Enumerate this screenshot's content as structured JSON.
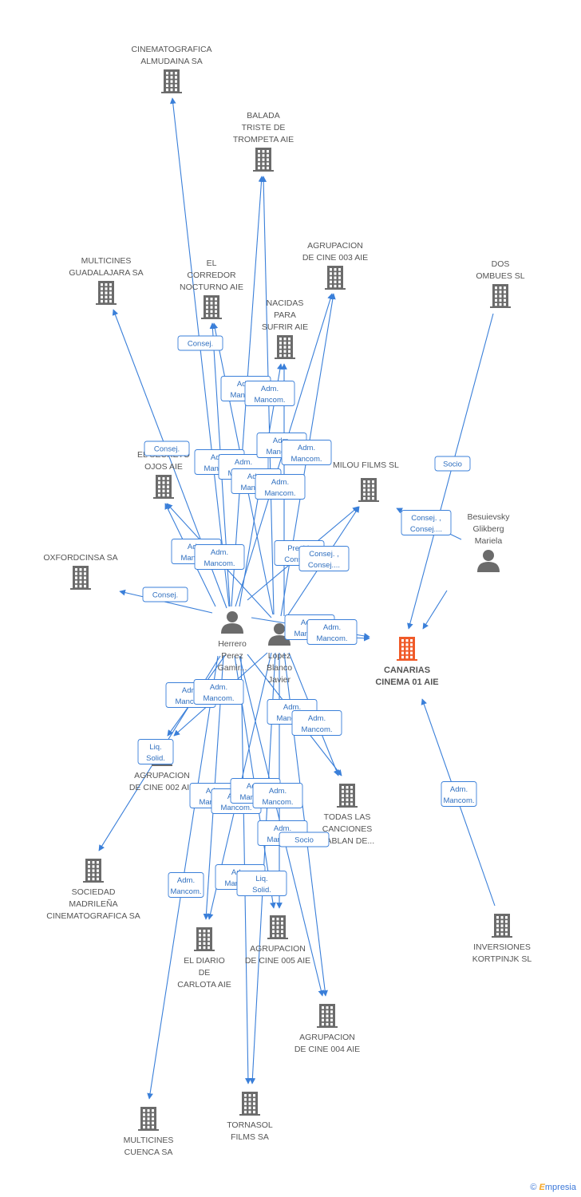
{
  "colors": {
    "edge": "#3a7fd9",
    "label_border": "#3a7fd9",
    "label_text": "#2f6fbf",
    "company_icon": "#6b6b6b",
    "main_icon": "#f05a28",
    "person_icon": "#6b6b6b",
    "text": "#555555"
  },
  "nodes": [
    {
      "id": "cinematografica-almudaina",
      "type": "company",
      "label": [
        "CINEMATOGRAFICA",
        "ALMUDAINA SA"
      ]
    },
    {
      "id": "balada-triste",
      "type": "company",
      "label": [
        "BALADA",
        "TRISTE DE",
        "TROMPETA AIE"
      ]
    },
    {
      "id": "multicines-guadalajara",
      "type": "company",
      "label": [
        "MULTICINES",
        "GUADALAJARA SA"
      ]
    },
    {
      "id": "el-corredor",
      "type": "company",
      "label": [
        "EL",
        "CORREDOR",
        "NOCTURNO AIE"
      ]
    },
    {
      "id": "agrupacion-003",
      "type": "company",
      "label": [
        "AGRUPACION",
        "DE CINE 003 AIE"
      ]
    },
    {
      "id": "nacidas",
      "type": "company",
      "label": [
        "NACIDAS",
        "PARA",
        "SUFRIR AIE"
      ]
    },
    {
      "id": "dos-ombues",
      "type": "company",
      "label": [
        "DOS",
        "OMBUES  SL"
      ]
    },
    {
      "id": "el-secreto",
      "type": "company",
      "label": [
        "EL SECRETO",
        "OJOS AIE"
      ]
    },
    {
      "id": "milou",
      "type": "company",
      "label": [
        "MILOU FILMS SL"
      ]
    },
    {
      "id": "besuievsky",
      "type": "person",
      "label": [
        "Besuievsky",
        "Glikberg",
        "Mariela"
      ]
    },
    {
      "id": "oxfordcinsa",
      "type": "company",
      "label": [
        "OXFORDCINSA SA"
      ]
    },
    {
      "id": "herrero",
      "type": "person",
      "label": [
        "Herrero",
        "Perez",
        "Gamir..."
      ]
    },
    {
      "id": "lopez",
      "type": "person",
      "label": [
        "Lopez",
        "Blanco",
        "Javier"
      ]
    },
    {
      "id": "canarias",
      "type": "main",
      "label": [
        "CANARIAS",
        "CINEMA 01 AIE"
      ]
    },
    {
      "id": "agrupacion-002",
      "type": "company",
      "label": [
        "AGRUPACION",
        "DE CINE 002 AIE"
      ]
    },
    {
      "id": "todas-las-canciones",
      "type": "company",
      "label": [
        "TODAS LAS",
        "CANCIONES",
        "HABLAN DE..."
      ]
    },
    {
      "id": "sociedad-madrilena",
      "type": "company",
      "label": [
        "SOCIEDAD",
        "MADRILEÑA",
        "CINEMATOGRAFICA SA"
      ]
    },
    {
      "id": "el-diario",
      "type": "company",
      "label": [
        "EL DIARIO",
        "DE",
        "CARLOTA AIE"
      ]
    },
    {
      "id": "agrupacion-005",
      "type": "company",
      "label": [
        "AGRUPACION",
        "DE CINE 005 AIE"
      ]
    },
    {
      "id": "inversiones",
      "type": "company",
      "label": [
        "INVERSIONES",
        "KORTPINJK  SL"
      ]
    },
    {
      "id": "agrupacion-004",
      "type": "company",
      "label": [
        "AGRUPACION",
        "DE CINE 004 AIE"
      ]
    },
    {
      "id": "multicines-cuenca",
      "type": "company",
      "label": [
        "MULTICINES",
        "CUENCA SA"
      ]
    },
    {
      "id": "tornasol",
      "type": "company",
      "label": [
        "TORNASOL",
        "FILMS SA"
      ]
    }
  ],
  "edges": [
    {
      "from": "herrero",
      "to": "cinematografica-almudaina"
    },
    {
      "from": "herrero",
      "to": "balada-triste"
    },
    {
      "from": "lopez",
      "to": "balada-triste"
    },
    {
      "from": "herrero",
      "to": "multicines-guadalajara"
    },
    {
      "from": "herrero",
      "to": "el-corredor"
    },
    {
      "from": "lopez",
      "to": "el-corredor"
    },
    {
      "from": "herrero",
      "to": "agrupacion-003"
    },
    {
      "from": "lopez",
      "to": "agrupacion-003"
    },
    {
      "from": "herrero",
      "to": "nacidas"
    },
    {
      "from": "lopez",
      "to": "nacidas"
    },
    {
      "from": "herrero",
      "to": "el-secreto"
    },
    {
      "from": "lopez",
      "to": "el-secreto"
    },
    {
      "from": "herrero",
      "to": "milou"
    },
    {
      "from": "lopez",
      "to": "milou"
    },
    {
      "from": "herrero",
      "to": "oxfordcinsa"
    },
    {
      "from": "herrero",
      "to": "canarias"
    },
    {
      "from": "lopez",
      "to": "canarias"
    },
    {
      "from": "dos-ombues",
      "to": "canarias"
    },
    {
      "from": "besuievsky",
      "to": "canarias"
    },
    {
      "from": "besuievsky",
      "to": "milou"
    },
    {
      "from": "inversiones",
      "to": "canarias"
    },
    {
      "from": "herrero",
      "to": "agrupacion-002"
    },
    {
      "from": "lopez",
      "to": "agrupacion-002"
    },
    {
      "from": "herrero",
      "to": "todas-las-canciones"
    },
    {
      "from": "lopez",
      "to": "todas-las-canciones"
    },
    {
      "from": "herrero",
      "to": "sociedad-madrilena"
    },
    {
      "from": "herrero",
      "to": "el-diario"
    },
    {
      "from": "lopez",
      "to": "el-diario"
    },
    {
      "from": "herrero",
      "to": "agrupacion-005"
    },
    {
      "from": "lopez",
      "to": "agrupacion-005"
    },
    {
      "from": "herrero",
      "to": "agrupacion-004"
    },
    {
      "from": "lopez",
      "to": "agrupacion-004"
    },
    {
      "from": "herrero",
      "to": "multicines-cuenca"
    },
    {
      "from": "herrero",
      "to": "tornasol"
    },
    {
      "from": "lopez",
      "to": "tornasol"
    }
  ],
  "edge_labels": [
    {
      "lines": [
        "Consej."
      ]
    },
    {
      "lines": [
        "Adm.",
        "Mancom."
      ]
    },
    {
      "lines": [
        "Adm.",
        "Mancom."
      ]
    },
    {
      "lines": [
        "Consej."
      ]
    },
    {
      "lines": [
        "Adm.",
        "Mancom."
      ]
    },
    {
      "lines": [
        "Adm.",
        "Mancom."
      ]
    },
    {
      "lines": [
        "Adm.",
        "Mancom."
      ]
    },
    {
      "lines": [
        "Adm.",
        "Mancom."
      ]
    },
    {
      "lines": [
        "Adm.",
        "Mancom."
      ]
    },
    {
      "lines": [
        "Adm.",
        "Mancom."
      ]
    },
    {
      "lines": [
        "Socio"
      ]
    },
    {
      "lines": [
        "Consej. ,",
        "Consej...."
      ]
    },
    {
      "lines": [
        "Adm.",
        "Mancom."
      ]
    },
    {
      "lines": [
        "Adm.",
        "Mancom."
      ]
    },
    {
      "lines": [
        "Presid.",
        "Consej..."
      ]
    },
    {
      "lines": [
        "Consej. ,",
        "Consej...."
      ]
    },
    {
      "lines": [
        "Consej."
      ]
    },
    {
      "lines": [
        "Adm.",
        "Mancom."
      ]
    },
    {
      "lines": [
        "Adm.",
        "Mancom."
      ]
    },
    {
      "lines": [
        "Adm.",
        "Mancom."
      ]
    },
    {
      "lines": [
        "Adm.",
        "Mancom."
      ]
    },
    {
      "lines": [
        "Adm.",
        "Mancom."
      ]
    },
    {
      "lines": [
        "Adm.",
        "Mancom."
      ]
    },
    {
      "lines": [
        "Liq.",
        "Solid."
      ]
    },
    {
      "lines": [
        "Adm.",
        "Mancom."
      ]
    },
    {
      "lines": [
        "Adm.",
        "Mancom."
      ]
    },
    {
      "lines": [
        "Adm.",
        "Mancom."
      ]
    },
    {
      "lines": [
        "Adm.",
        "Mancom."
      ]
    },
    {
      "lines": [
        "Adm.",
        "Mancom."
      ]
    },
    {
      "lines": [
        "Socio"
      ]
    },
    {
      "lines": [
        "Adm.",
        "Mancom."
      ]
    },
    {
      "lines": [
        "Adm.",
        "Mancom."
      ]
    },
    {
      "lines": [
        "Liq.",
        "Solid."
      ]
    },
    {
      "lines": [
        "Adm.",
        "Mancom."
      ]
    },
    {
      "lines": [
        "Adm.",
        "Mancom."
      ]
    }
  ],
  "brand": {
    "copyright": "©",
    "e": "E",
    "rest": "mpresia"
  }
}
